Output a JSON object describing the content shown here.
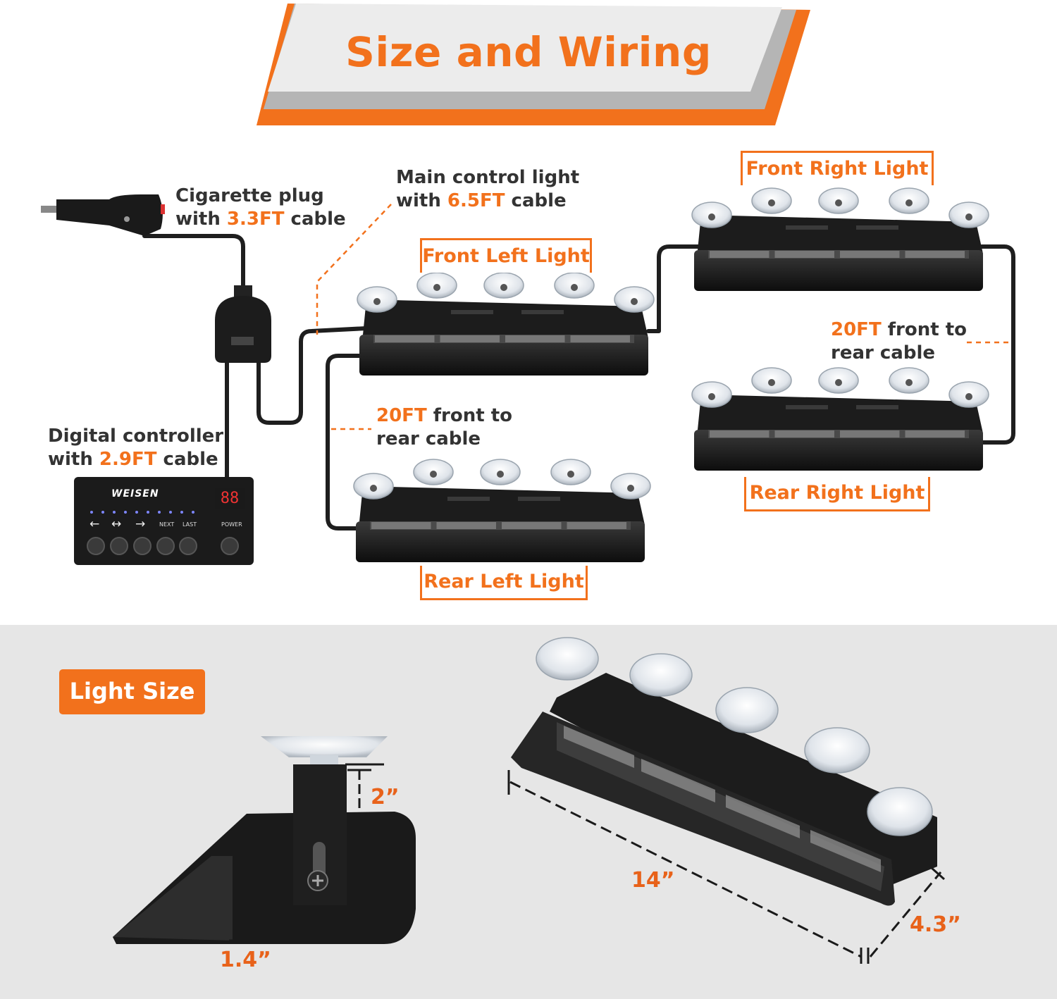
{
  "header": {
    "title": "Size and Wiring"
  },
  "wiring": {
    "cigarette_plug": {
      "line1": "Cigarette plug",
      "line2_pre": "with ",
      "line2_len": "3.3FT",
      "line2_post": " cable"
    },
    "main_control": {
      "line1": "Main control light",
      "line2_pre": "with ",
      "line2_len": "6.5FT",
      "line2_post": " cable"
    },
    "digital_controller": {
      "line1": "Digital controller",
      "line2_pre": "with ",
      "line2_len": "2.9FT",
      "line2_post": " cable"
    },
    "left_cable": {
      "len": "20FT",
      "line1_post": " front to",
      "line2": "rear cable"
    },
    "right_cable": {
      "len": "20FT",
      "line1_post": " front to",
      "line2": "rear cable"
    }
  },
  "lights": {
    "front_left": "Front Left Light",
    "front_right": "Front Right Light",
    "rear_left": "Rear Left Light",
    "rear_right": "Rear Right Light"
  },
  "controller": {
    "brand": "WEISEN",
    "display": "88",
    "labels": [
      "NEXT",
      "LAST",
      "POWER"
    ],
    "arrows": [
      "←",
      "↔",
      "→"
    ]
  },
  "size": {
    "badge": "Light Size",
    "height": "2”",
    "side_height": "1.4”",
    "length": "14”",
    "depth": "4.3”"
  },
  "colors": {
    "accent": "#f2711c",
    "text": "#333333",
    "gray_band": "#e8e8e8"
  }
}
